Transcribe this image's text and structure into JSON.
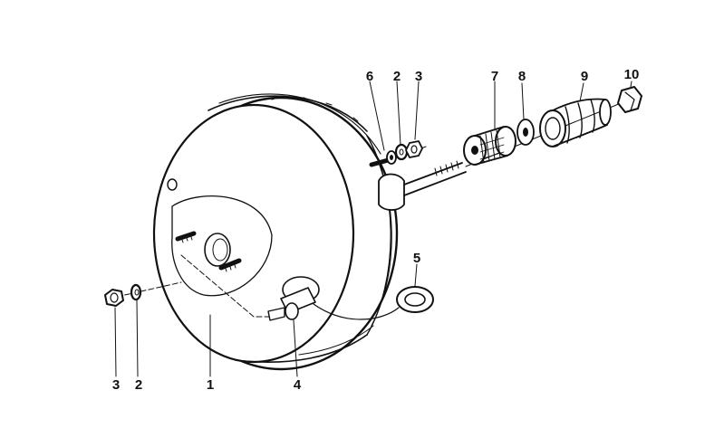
{
  "diagram": {
    "callouts": {
      "c6": "6",
      "c2_top": "2",
      "c3_top": "3",
      "c7": "7",
      "c8": "8",
      "c9": "9",
      "c10": "10",
      "c5": "5",
      "c3_bottom": "3",
      "c2_bottom": "2",
      "c1": "1",
      "c4": "4"
    }
  }
}
